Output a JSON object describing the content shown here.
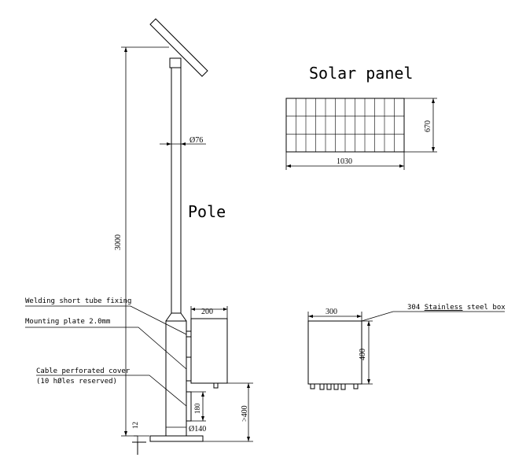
{
  "labels": {
    "solar_panel_title": "Solar panel",
    "pole_title": "Pole",
    "welding": "Welding short tube fixing",
    "mounting": "Mounting plate 2.0mm",
    "cable_line1": "Cable perforated cover",
    "cable_line2": "(10 hØles reserved)",
    "steel_box_prefix": "304 ",
    "steel_box_underlined": "Stainless",
    "steel_box_suffix": " steel box"
  },
  "dimensions": {
    "pole_height": "3000",
    "pole_diameter": "Ø76",
    "base_diameter": "Ø140",
    "panel_width": "1030",
    "panel_height": "670",
    "box_width_front": "200",
    "box_width_side": "300",
    "box_height": "400",
    "plate_height": "180",
    "min_height": ">400",
    "base_thickness": "12"
  }
}
